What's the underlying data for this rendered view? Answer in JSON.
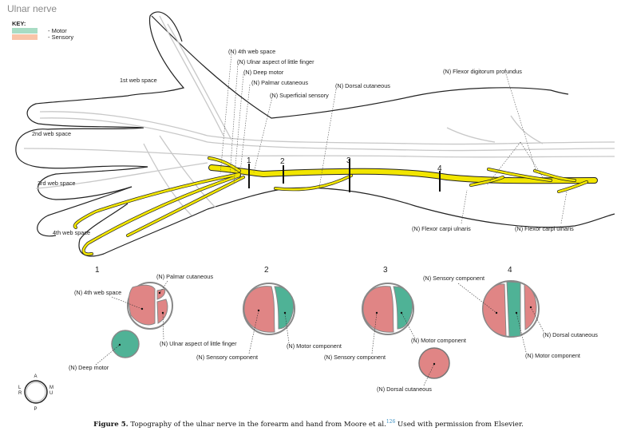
{
  "title": "Ulnar nerve",
  "key": {
    "label": "KEY:",
    "items": [
      {
        "label": "- Motor",
        "color": "#a8dcc4"
      },
      {
        "label": "- Sensory",
        "color": "#f9c4a8"
      }
    ]
  },
  "colors": {
    "nerve": "#f2e600",
    "sensory_fill": "#e08585",
    "motor_fill": "#4fb296",
    "outline": "#222222",
    "vessel": "#c8c8c8"
  },
  "hand_labels": {
    "web1": "1st web space",
    "web2": "2nd web space",
    "web3": "3rd web space",
    "web4": "4th web space"
  },
  "nerve_labels": {
    "fourth_web": "(N) 4th web space",
    "ulnar_little": "(N) Ulnar aspect of little finger",
    "deep_motor": "(N) Deep motor",
    "palmar_cut": "(N) Palmar cutaneous",
    "superficial": "(N) Superficial sensory",
    "dorsal_cut": "(N) Dorsal cutaneous",
    "fdp": "(N) Flexor digitorum profundus",
    "fcu1": "(N) Flexor carpi ulnaris",
    "fcu2": "(N) Flexor carpi ulnaris"
  },
  "section_markers": [
    "1",
    "2",
    "3",
    "4"
  ],
  "sections": [
    {
      "number": "1",
      "labels": {
        "palmar": "(N) Palmar cutaneous",
        "fourth_web": "(N) 4th web space",
        "ulnar_little": "(N) Ulnar aspect of little finger",
        "deep_motor": "(N) Deep motor"
      }
    },
    {
      "number": "2",
      "labels": {
        "motor": "(N) Motor component",
        "sensory": "(N) Sensory component"
      }
    },
    {
      "number": "3",
      "labels": {
        "motor": "(N) Motor component",
        "sensory": "(N) Sensory component",
        "dorsal": "(N) Dorsal cutaneous"
      }
    },
    {
      "number": "4",
      "labels": {
        "sensory": "(N) Sensory component",
        "dorsal": "(N) Dorsal cutaneous",
        "motor": "(N) Motor component"
      }
    }
  ],
  "compass": {
    "a": "A",
    "p": "P",
    "l": "L",
    "r": "R",
    "m": "M",
    "u": "U"
  },
  "caption": {
    "label": "Figure 5.",
    "text": " Topography of the ulnar nerve in the forearm and hand from Moore et al.",
    "ref": "126",
    "tail": " Used with permission from Elsevier."
  }
}
